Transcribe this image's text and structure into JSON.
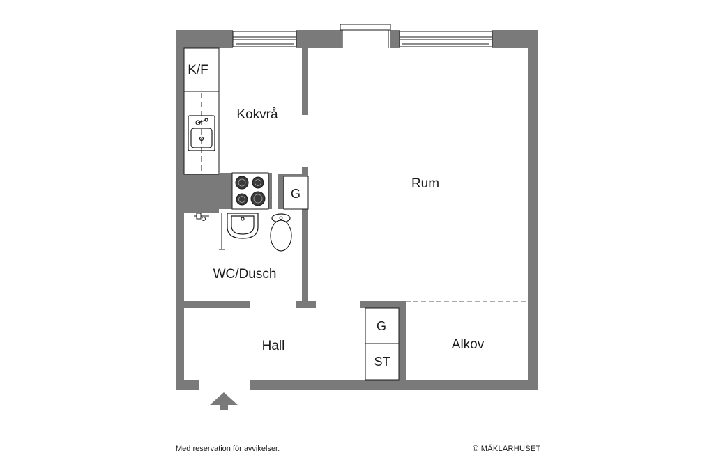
{
  "rooms": {
    "kf": "K/F",
    "kokvra": "Kokvrå",
    "rum": "Rum",
    "wc_dusch": "WC/Dusch",
    "hall": "Hall",
    "alkov": "Alkov"
  },
  "fixtures": {
    "g_kitchen": "G",
    "g_hall": "G",
    "st_hall": "ST"
  },
  "footer": {
    "disclaimer": "Med reservation för avvikelser.",
    "copyright": "© MÄKLARHUSET"
  },
  "colors": {
    "wall": "#7a7a7a",
    "line": "#1a1a1a",
    "background": "#ffffff"
  }
}
